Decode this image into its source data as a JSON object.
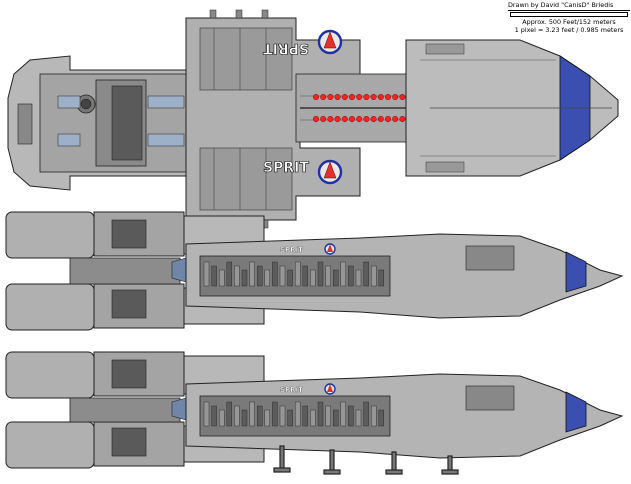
{
  "credits": {
    "author": "Drawn by David \"CanisD\" Briedis",
    "size": "Approx. 500 Feet/152 meters",
    "scale": "1 pixel = 3.23 feet / 0.985 meters"
  },
  "hull_markings": {
    "name": "SPRIT"
  },
  "colors": {
    "hull_light": "#c8c8c8",
    "hull_mid": "#a0a0a0",
    "hull_dark": "#6e6e6e",
    "hull_shadow": "#3c3c3c",
    "engine_blue": "#3a4fb0",
    "insignia_red": "#e03030",
    "insignia_blue": "#2030a0",
    "lights_red": "#ff2020",
    "nozzle_blue": "#6f86a8"
  },
  "views": [
    "top-view",
    "side-view",
    "side-view-landing-gear"
  ],
  "icons": [
    "insignia-emblem-icon",
    "red-light-icon"
  ]
}
